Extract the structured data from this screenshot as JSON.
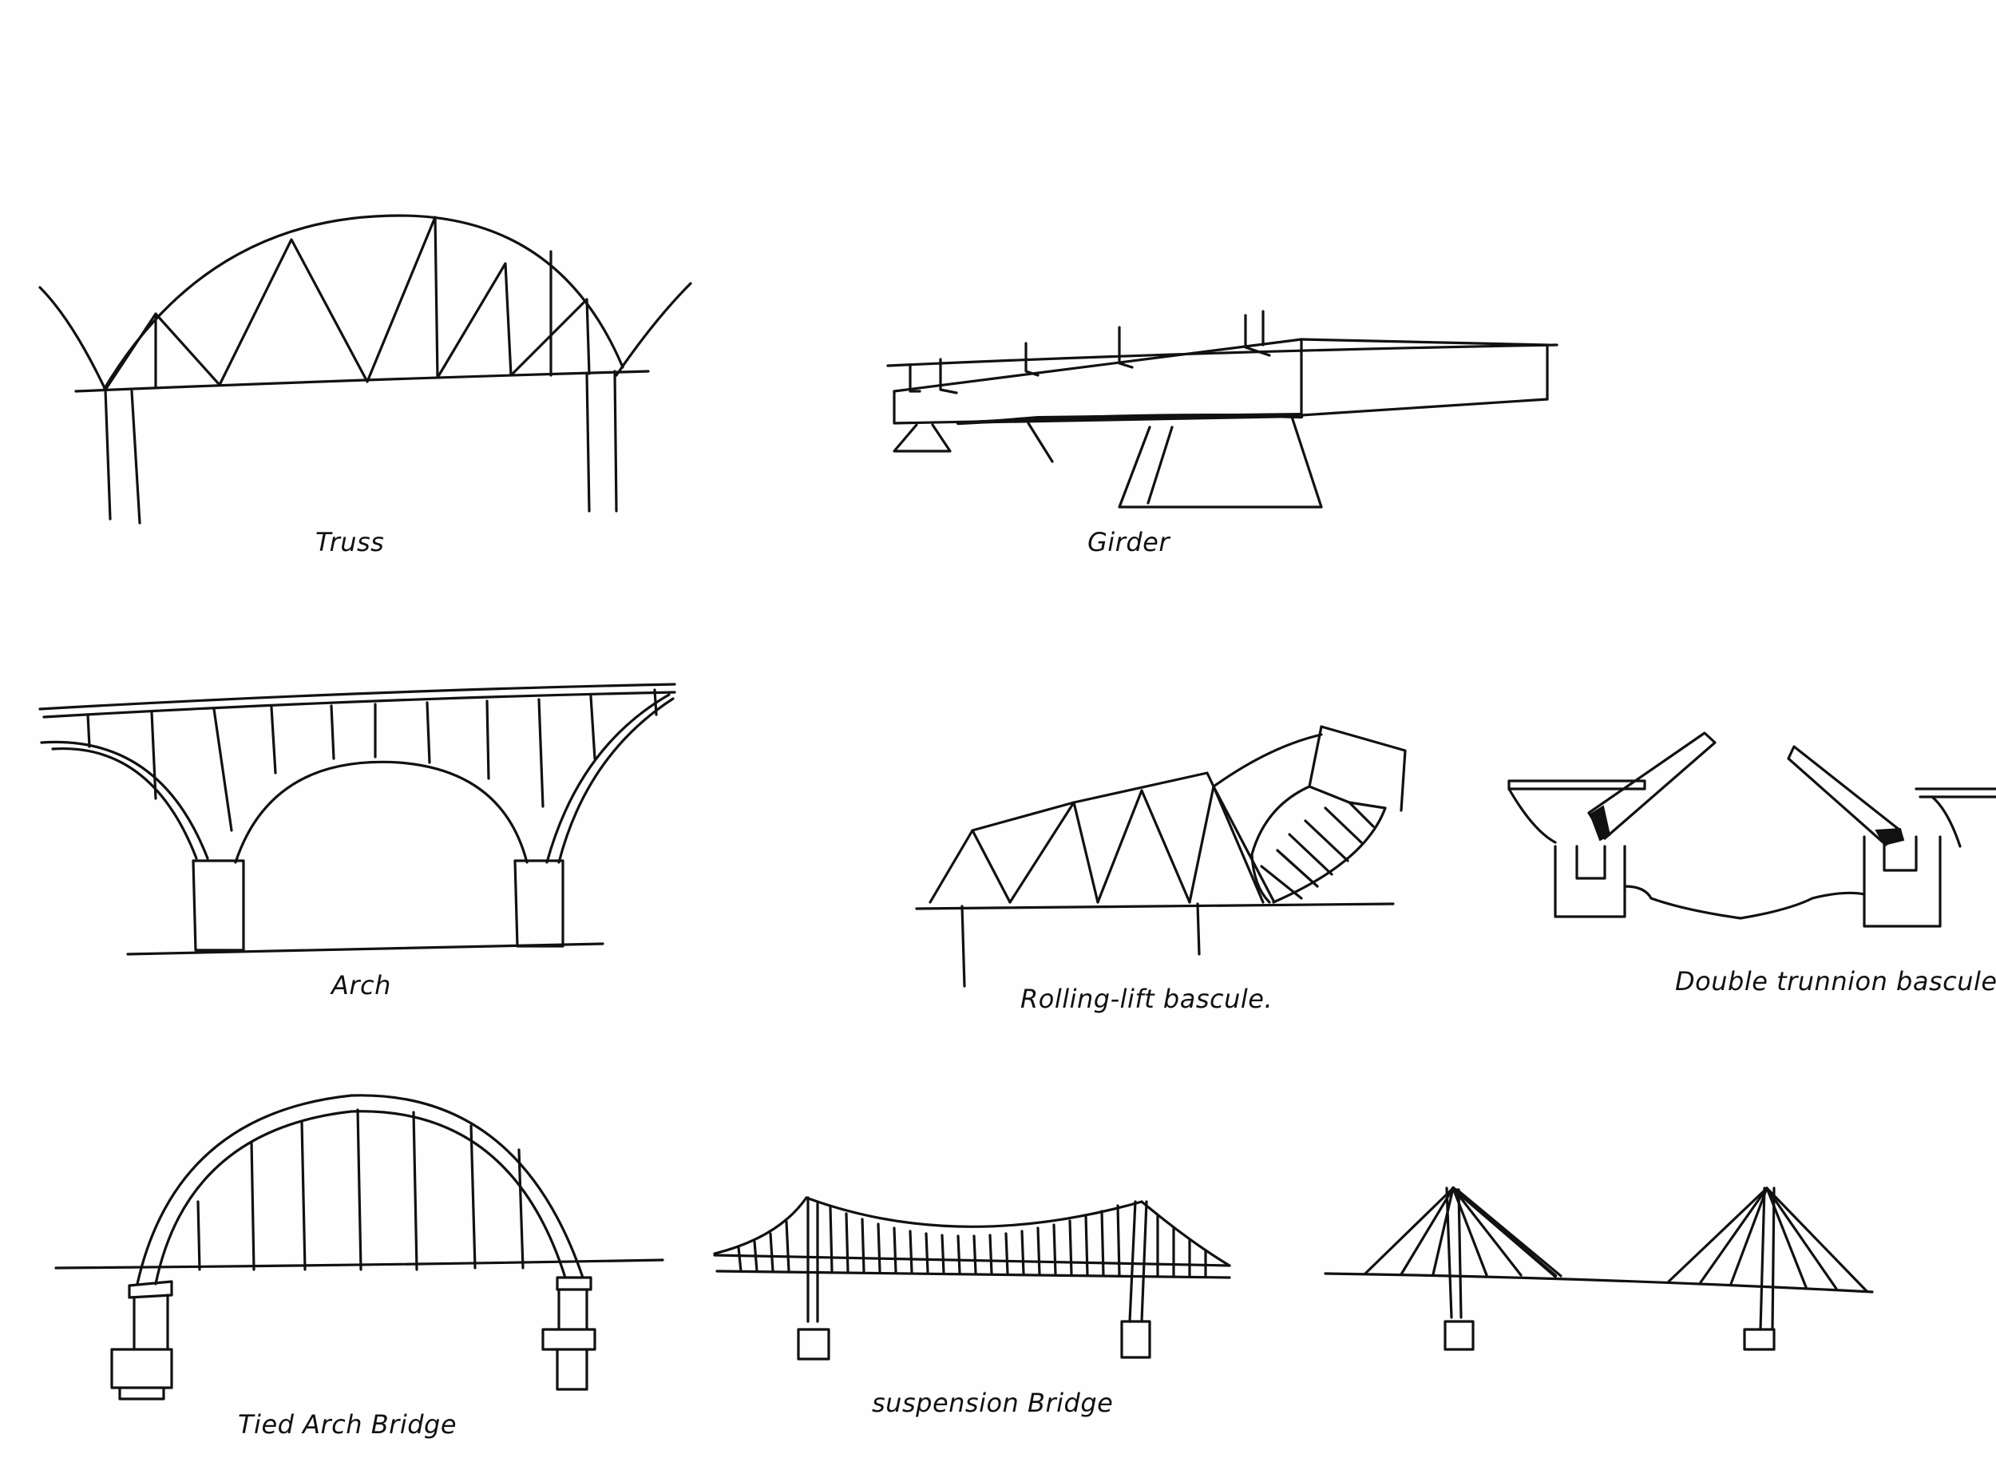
{
  "sketch": {
    "ink_color": "#111111",
    "paper_color": "#fefefe",
    "labels": {
      "truss": "Truss",
      "girder": "Girder",
      "arch": "Arch",
      "rolling_lift_bascule": "Rolling-lift bascule.",
      "double_trunnion_bascule": "Double trunnion bascule",
      "tied_arch_bridge": "Tied Arch Bridge",
      "suspension_bridge": "suspension Bridge"
    }
  }
}
